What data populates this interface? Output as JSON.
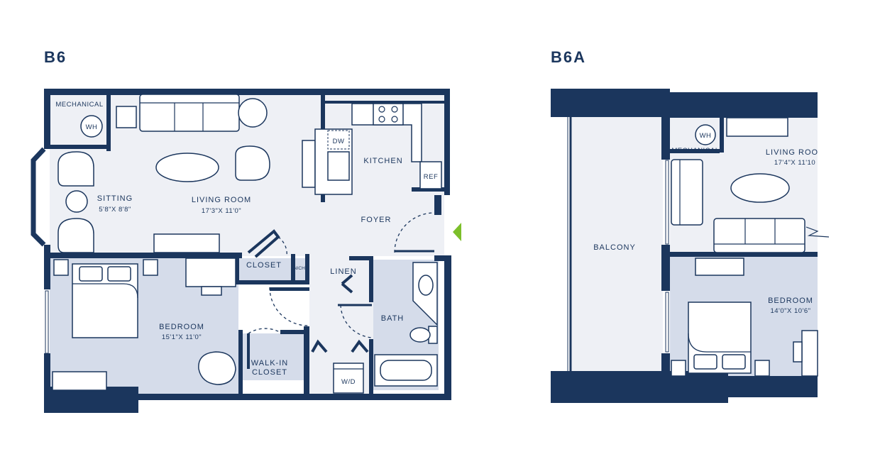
{
  "plans": [
    {
      "title": "B6",
      "rooms": [
        {
          "name": "MECHANICAL"
        },
        {
          "name": "SITTING",
          "size": "5'8\"X 8'8\""
        },
        {
          "name": "LIVING ROOM",
          "size": "17'3\"X 11'0\""
        },
        {
          "name": "KITCHEN"
        },
        {
          "name": "FOYER"
        },
        {
          "name": "CLOSET"
        },
        {
          "name": "LINEN"
        },
        {
          "name": "BEDROOM",
          "size": "15'1\"X 11'0\""
        },
        {
          "name": "WALK-IN",
          "name2": "CLOSET"
        },
        {
          "name": "BATH"
        }
      ],
      "fixtures": {
        "wh": "WH",
        "dw": "DW",
        "ref": "REF",
        "niche": "NICHE",
        "wd": "W/D"
      }
    },
    {
      "title": "B6A",
      "rooms": [
        {
          "name": "BALCONY"
        },
        {
          "name": "MECHANICAL"
        },
        {
          "name": "LIVING ROO",
          "size": "17'4\"X 11'10"
        },
        {
          "name": "BEDROOM",
          "size": "14'0\"X 10'6\""
        }
      ],
      "fixtures": {
        "wh": "WH"
      }
    }
  ],
  "colors": {
    "wall": "#1b365d",
    "floor_living": "#eef0f5",
    "floor_bed": "#d5dcea",
    "entry_marker": "#7cbf2a"
  }
}
